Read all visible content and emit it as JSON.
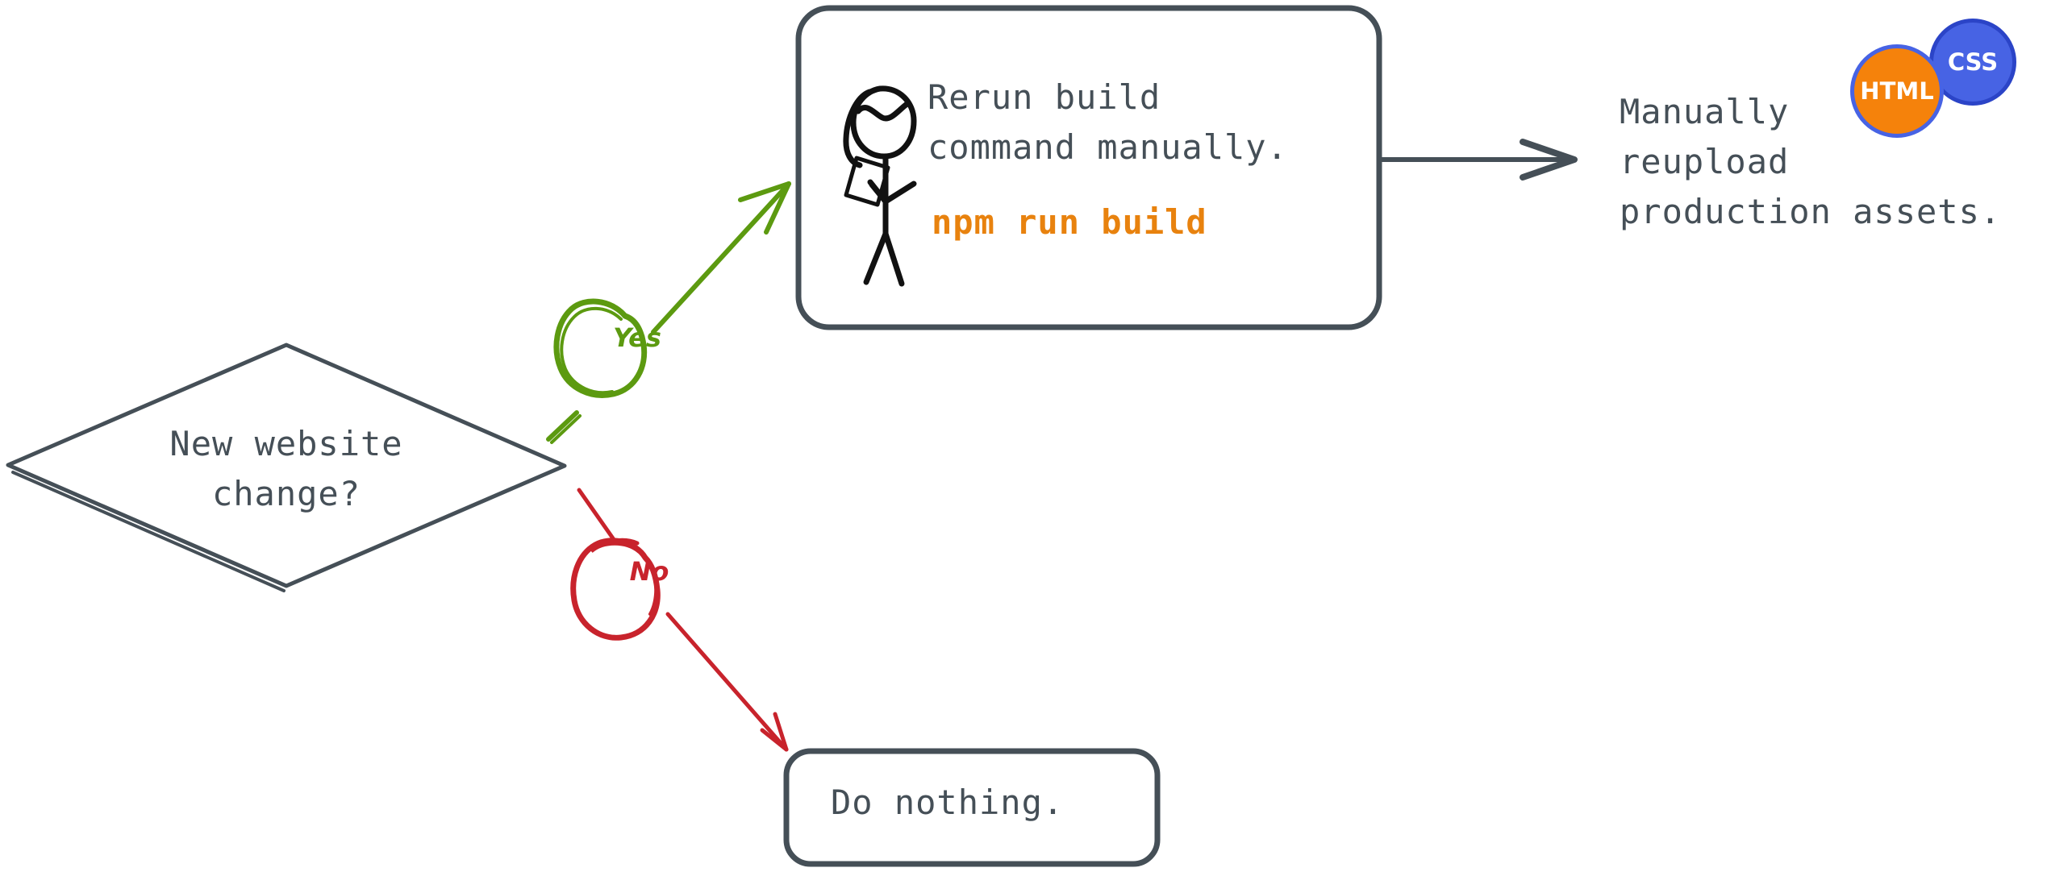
{
  "diagram": {
    "type": "flowchart",
    "title": "Manual website rebuild decision flow",
    "background": "#ffffff",
    "colors": {
      "ink": "#454f57",
      "yes": "#5c9a10",
      "no": "#c8232c",
      "command": "#e8820e",
      "html_badge_fill": "#f5820b",
      "css_badge_fill": "#4763e4",
      "badge_stroke": "#4763e4"
    }
  },
  "decision": {
    "shape": "diamond",
    "line1": "New website",
    "line2": "change?"
  },
  "edges": {
    "yes_label": "Yes",
    "no_label": "No"
  },
  "yes_branch": {
    "shape": "rounded-rectangle",
    "line1": "Rerun build",
    "line2": "command manually.",
    "command": "npm run build",
    "figure_icon": "stick-figure-on-phone-icon"
  },
  "no_branch": {
    "shape": "rounded-rectangle",
    "text": "Do nothing."
  },
  "outcome": {
    "line1": "Manually",
    "line2": "reupload",
    "line3": "production assets.",
    "badges": [
      {
        "label": "HTML",
        "fill": "#f5820b"
      },
      {
        "label": "CSS",
        "fill": "#4763e4"
      }
    ]
  }
}
